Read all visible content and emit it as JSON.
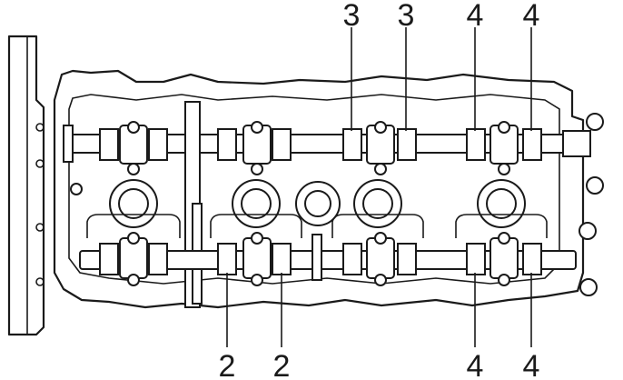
{
  "diagram": {
    "callouts": {
      "top_left_a": "3",
      "top_left_b": "3",
      "top_right_a": "4",
      "top_right_b": "4",
      "bottom_left_a": "2",
      "bottom_left_b": "2",
      "bottom_right_a": "4",
      "bottom_right_b": "4"
    },
    "colors": {
      "line": "#1a1a1a",
      "background": "#ffffff"
    }
  }
}
